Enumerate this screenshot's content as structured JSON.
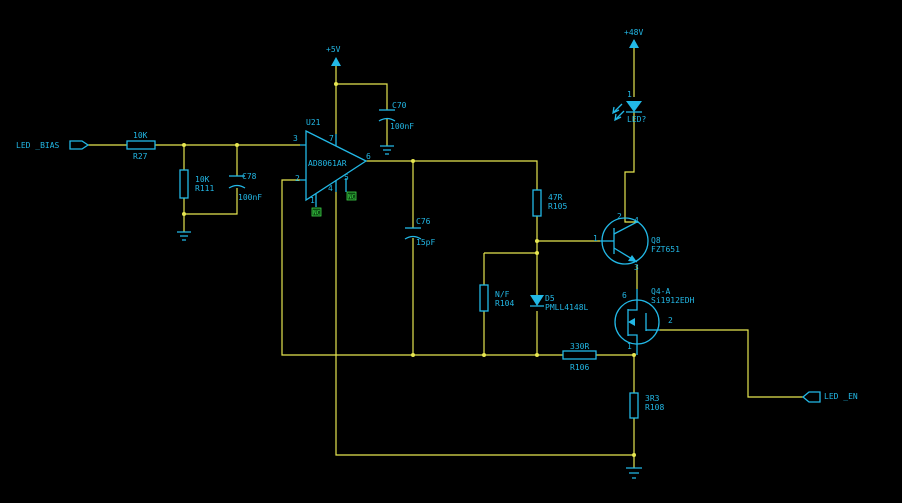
{
  "ports": {
    "led_bias": "LED _BIAS",
    "led_en": "LED _EN"
  },
  "rails": {
    "p5v": "+5V",
    "p48v": "+48V"
  },
  "opamp": {
    "ref": "U21",
    "part": "AD8061AR",
    "pins": {
      "inp": "3",
      "inn": "2",
      "vp": "7",
      "vn": "4",
      "out": "6",
      "nc1": "1",
      "nc5": "5"
    },
    "nc_label": "NC"
  },
  "resistors": {
    "r27": {
      "value": "10K",
      "ref": "R27"
    },
    "r111": {
      "value": "10K",
      "ref": "R111"
    },
    "r105": {
      "value": "47R",
      "ref": "R105"
    },
    "r104": {
      "value": "N/F",
      "ref": "R104"
    },
    "r106": {
      "value": "330R",
      "ref": "R106"
    },
    "r108": {
      "value": "3R3",
      "ref": "R108"
    }
  },
  "capacitors": {
    "c78": {
      "ref": "C78",
      "value": "100nF"
    },
    "c70": {
      "ref": "C70",
      "value": "100nF"
    },
    "c76": {
      "ref": "C76",
      "value": "15pF"
    }
  },
  "diode_d5": {
    "ref": "D5",
    "part": "PMLL4148L"
  },
  "transistor_q8": {
    "ref": "Q8",
    "part": "FZT651",
    "pins": {
      "b": "1",
      "c": "2",
      "c2": "4",
      "e": "3"
    }
  },
  "mosfet_q4": {
    "ref": "Q4-A",
    "part": "Si1912EDH",
    "pins": {
      "d": "6",
      "g": "2",
      "s": "1"
    }
  },
  "led": {
    "ref": "LED?",
    "pin": "1"
  }
}
